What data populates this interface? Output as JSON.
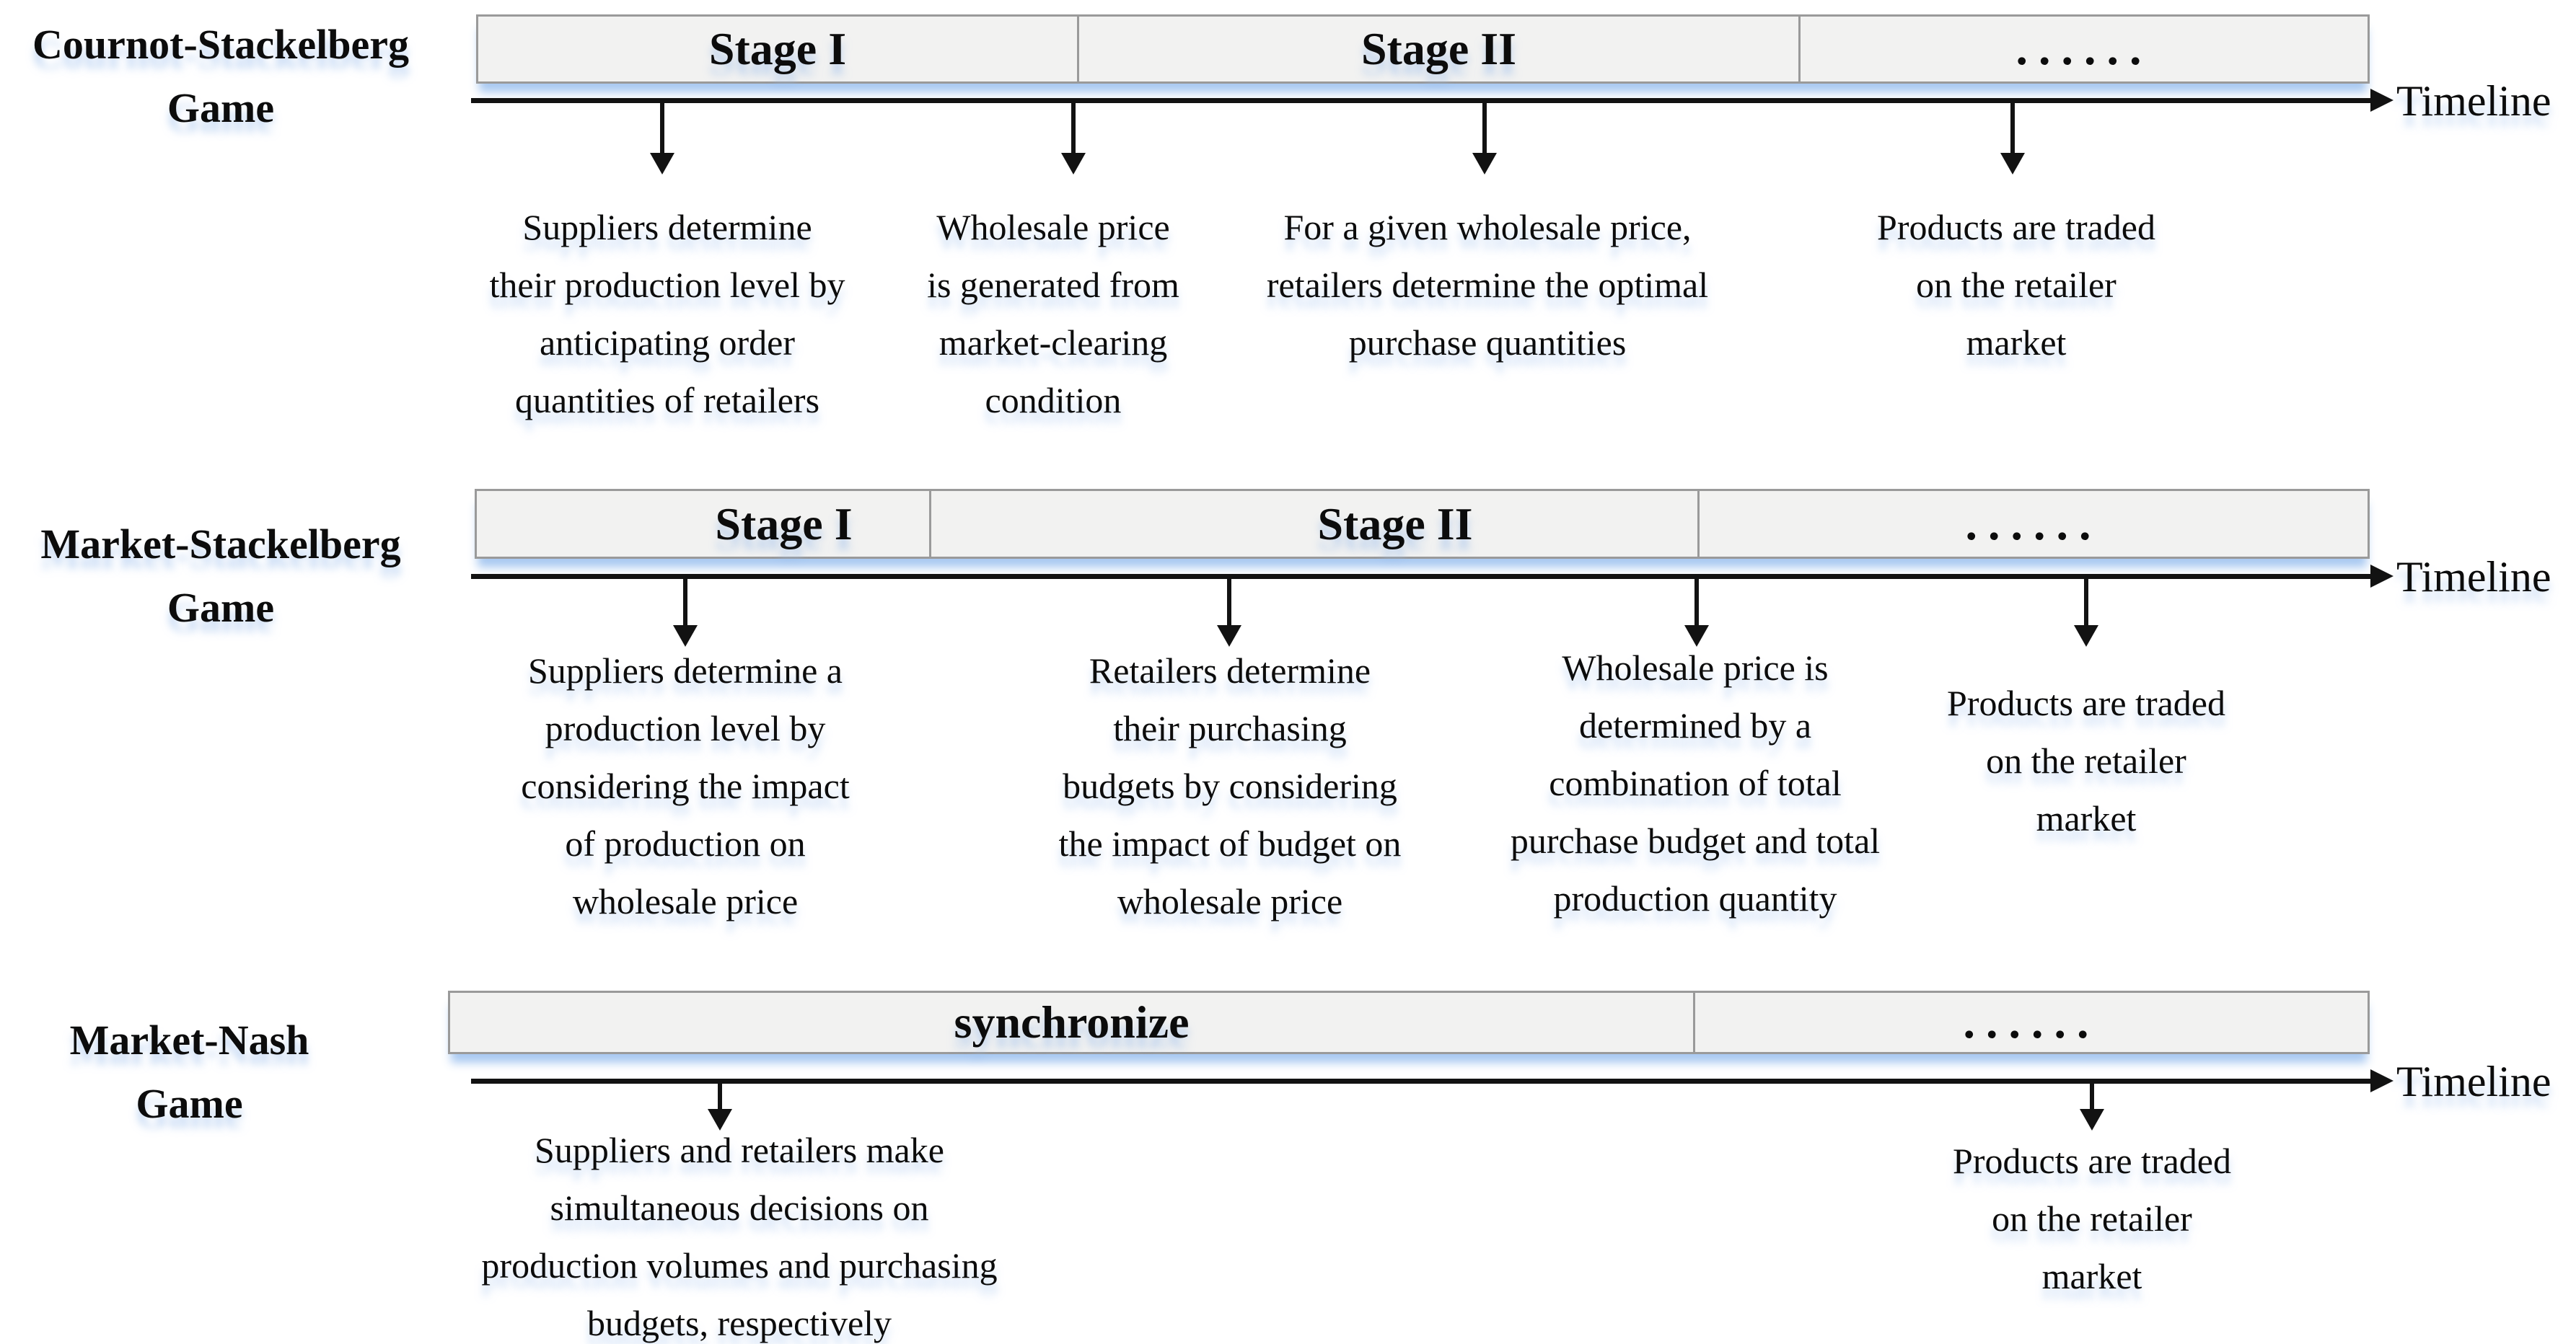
{
  "figure": {
    "timeline_label": "Timeline",
    "rows": [
      {
        "title": [
          "Cournot-Stackelberg",
          "Game"
        ],
        "stages": [
          {
            "label": "Stage I"
          },
          {
            "label": "Stage II"
          },
          {
            "label": "......"
          }
        ],
        "annotations": [
          {
            "lines": [
              "Suppliers determine",
              "their production level by",
              "anticipating order",
              "quantities of retailers"
            ]
          },
          {
            "lines": [
              "Wholesale price",
              "is generated from",
              "market-clearing",
              "condition"
            ]
          },
          {
            "lines": [
              "For a given wholesale price,",
              "retailers determine the optimal",
              "purchase quantities"
            ]
          },
          {
            "lines": [
              "Products are traded",
              "on the retailer",
              "market"
            ]
          }
        ]
      },
      {
        "title": [
          "Market-Stackelberg",
          "Game"
        ],
        "stages": [
          {
            "label": "Stage I"
          },
          {
            "label": "Stage II"
          },
          {
            "label": "......"
          }
        ],
        "annotations": [
          {
            "lines": [
              "Suppliers determine a",
              "production level by",
              "considering the impact",
              "of production on",
              "wholesale price"
            ]
          },
          {
            "lines": [
              "Retailers determine",
              "their purchasing",
              "budgets by considering",
              "the impact of budget on",
              "wholesale price"
            ]
          },
          {
            "lines": [
              "Wholesale price is",
              "determined by a",
              "combination of total",
              "purchase budget and total",
              "production quantity"
            ]
          },
          {
            "lines": [
              "Products are traded",
              "on the retailer",
              "market"
            ]
          }
        ]
      },
      {
        "title": [
          "Market-Nash",
          "Game"
        ],
        "stages": [
          {
            "label": "synchronize"
          },
          {
            "label": "......"
          }
        ],
        "annotations": [
          {
            "lines": [
              "Suppliers and retailers make",
              "simultaneous decisions on",
              "production volumes and purchasing",
              "budgets, respectively"
            ]
          },
          {
            "lines": [
              "Products are traded",
              "on the retailer",
              "market"
            ]
          }
        ]
      }
    ],
    "colors": {
      "stage_box_fill": "#f2f2f1",
      "stage_box_border": "#9a9a9a",
      "axis_black": "#121212",
      "glow_blue": "#a0c0ef"
    }
  }
}
